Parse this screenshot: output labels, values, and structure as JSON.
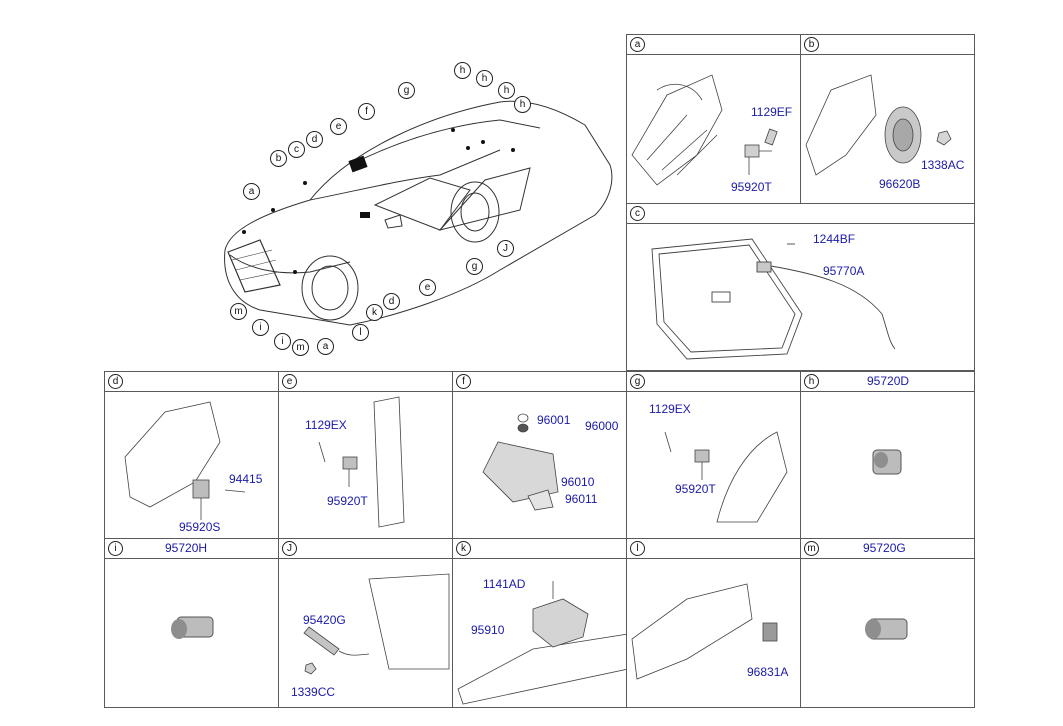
{
  "overview": {
    "callouts": [
      "a",
      "b",
      "c",
      "d",
      "e",
      "f",
      "g",
      "h",
      "h",
      "h",
      "h",
      "J",
      "g",
      "e",
      "d",
      "k",
      "l",
      "a",
      "m",
      "i",
      "i",
      "m"
    ]
  },
  "panels": {
    "a": {
      "letter": "a",
      "parts": [
        "1129EF",
        "95920T"
      ]
    },
    "b": {
      "letter": "b",
      "parts": [
        "96620B",
        "1338AC"
      ]
    },
    "c": {
      "letter": "c",
      "parts": [
        "1244BF",
        "95770A"
      ]
    },
    "d": {
      "letter": "d",
      "parts": [
        "94415",
        "95920S"
      ]
    },
    "e": {
      "letter": "e",
      "parts": [
        "1129EX",
        "95920T"
      ]
    },
    "f": {
      "letter": "f",
      "parts": [
        "96001",
        "96000",
        "96010",
        "96011"
      ]
    },
    "g": {
      "letter": "g",
      "parts": [
        "1129EX",
        "95920T"
      ]
    },
    "h": {
      "letter": "h",
      "code": "95720D"
    },
    "i": {
      "letter": "i",
      "code": "95720H"
    },
    "J": {
      "letter": "J",
      "parts": [
        "95420G",
        "1339CC"
      ]
    },
    "k": {
      "letter": "k",
      "parts": [
        "1141AD",
        "95910"
      ]
    },
    "l": {
      "letter": "l",
      "parts": [
        "96831A"
      ]
    },
    "m": {
      "letter": "m",
      "code": "95720G"
    }
  },
  "colors": {
    "part_number": "#1a1aa8",
    "line": "#333333",
    "frame": "#5a5a5a"
  }
}
